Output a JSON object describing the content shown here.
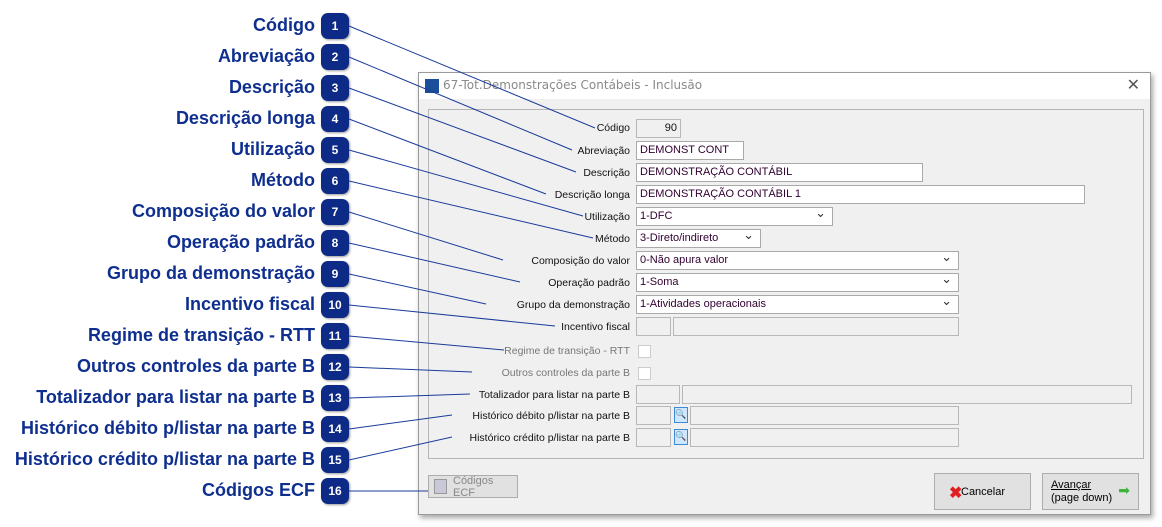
{
  "callouts": [
    "Código",
    "Abreviação",
    "Descrição",
    "Descrição longa",
    "Utilização",
    "Método",
    "Composição do valor",
    "Operação padrão",
    "Grupo da demonstração",
    "Incentivo fiscal",
    "Regime de transição - RTT",
    "Outros controles da parte B",
    "Totalizador para listar na parte B",
    "Histórico débito p/listar na parte B",
    "Histórico crédito p/listar na parte B",
    "Códigos ECF"
  ],
  "badges": [
    "1",
    "2",
    "3",
    "4",
    "5",
    "6",
    "7",
    "8",
    "9",
    "10",
    "11",
    "12",
    "13",
    "14",
    "15",
    "16"
  ],
  "dialog": {
    "title": "67-Tot.Demonstrações Contábeis - Inclusão",
    "close": "✕",
    "fields": {
      "codigo": {
        "label": "Código",
        "value": "90"
      },
      "abreviacao": {
        "label": "Abreviação",
        "value": "DEMONST CONT"
      },
      "descricao": {
        "label": "Descrição",
        "value": "DEMONSTRAÇÃO CONTÁBIL"
      },
      "descricao_longa": {
        "label": "Descrição longa",
        "value": "DEMONSTRAÇÃO CONTÁBIL 1"
      },
      "utilizacao": {
        "label": "Utilização",
        "value": "1-DFC"
      },
      "metodo": {
        "label": "Método",
        "value": "3-Direto/indireto"
      },
      "composicao": {
        "label": "Composição do valor",
        "value": "0-Não apura valor"
      },
      "operacao": {
        "label": "Operação padrão",
        "value": "1-Soma"
      },
      "grupo": {
        "label": "Grupo da demonstração",
        "value": "1-Atividades operacionais"
      },
      "incentivo": {
        "label": "Incentivo fiscal"
      },
      "rtt": {
        "label": "Regime de transição - RTT"
      },
      "outros": {
        "label": "Outros controles da parte B"
      },
      "totalizador": {
        "label": "Totalizador para listar na parte B"
      },
      "hist_debito": {
        "label": "Histórico débito p/listar na parte B"
      },
      "hist_credito": {
        "label": "Histórico crédito p/listar na parte B"
      }
    },
    "buttons": {
      "codigos_ecf": "Códigos ECF",
      "cancelar": "Cancelar",
      "avancar": "Avançar",
      "avancar_sub": "(page down)"
    }
  }
}
